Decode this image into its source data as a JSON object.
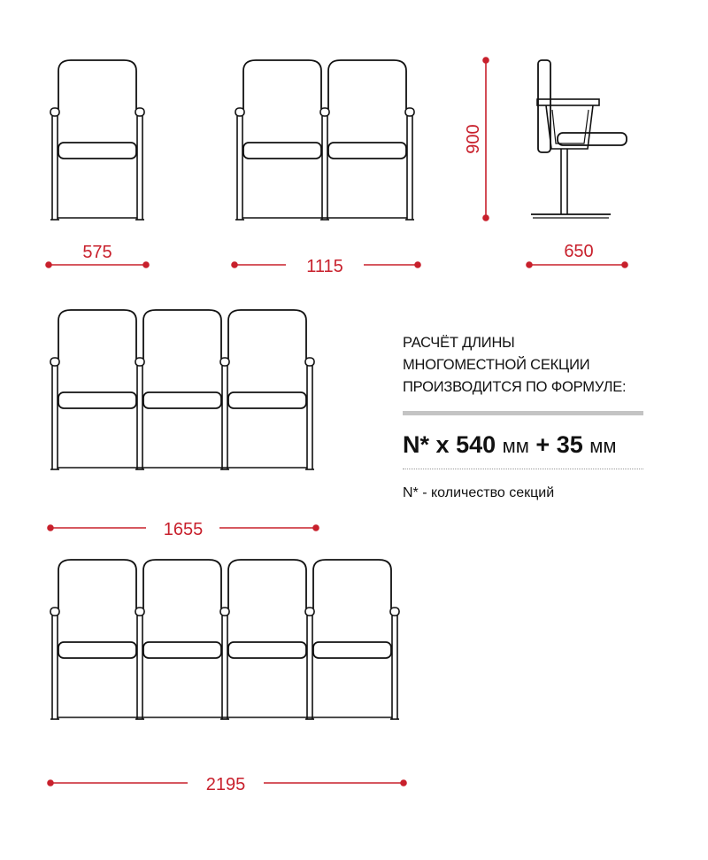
{
  "dimensions": {
    "single_width": "575",
    "double_width": "1115",
    "height": "900",
    "depth": "650",
    "triple_width": "1655",
    "quad_width": "2195"
  },
  "formula_block": {
    "lines": [
      "РАСЧЁТ ДЛИНЫ",
      "МНОГОМЕСТНОЙ СЕКЦИИ",
      "ПРОИЗВОДИТСЯ ПО ФОРМУЛЕ:"
    ],
    "formula_n": "N*",
    "formula_x": "x",
    "formula_num1": "540",
    "formula_unit1": "мм",
    "formula_plus": "+",
    "formula_num2": "35",
    "formula_unit2": "мм",
    "footnote": "N* - количество секций"
  },
  "colors": {
    "accent": "#c8202c",
    "line": "#111111",
    "rule": "#c4c4c4"
  }
}
